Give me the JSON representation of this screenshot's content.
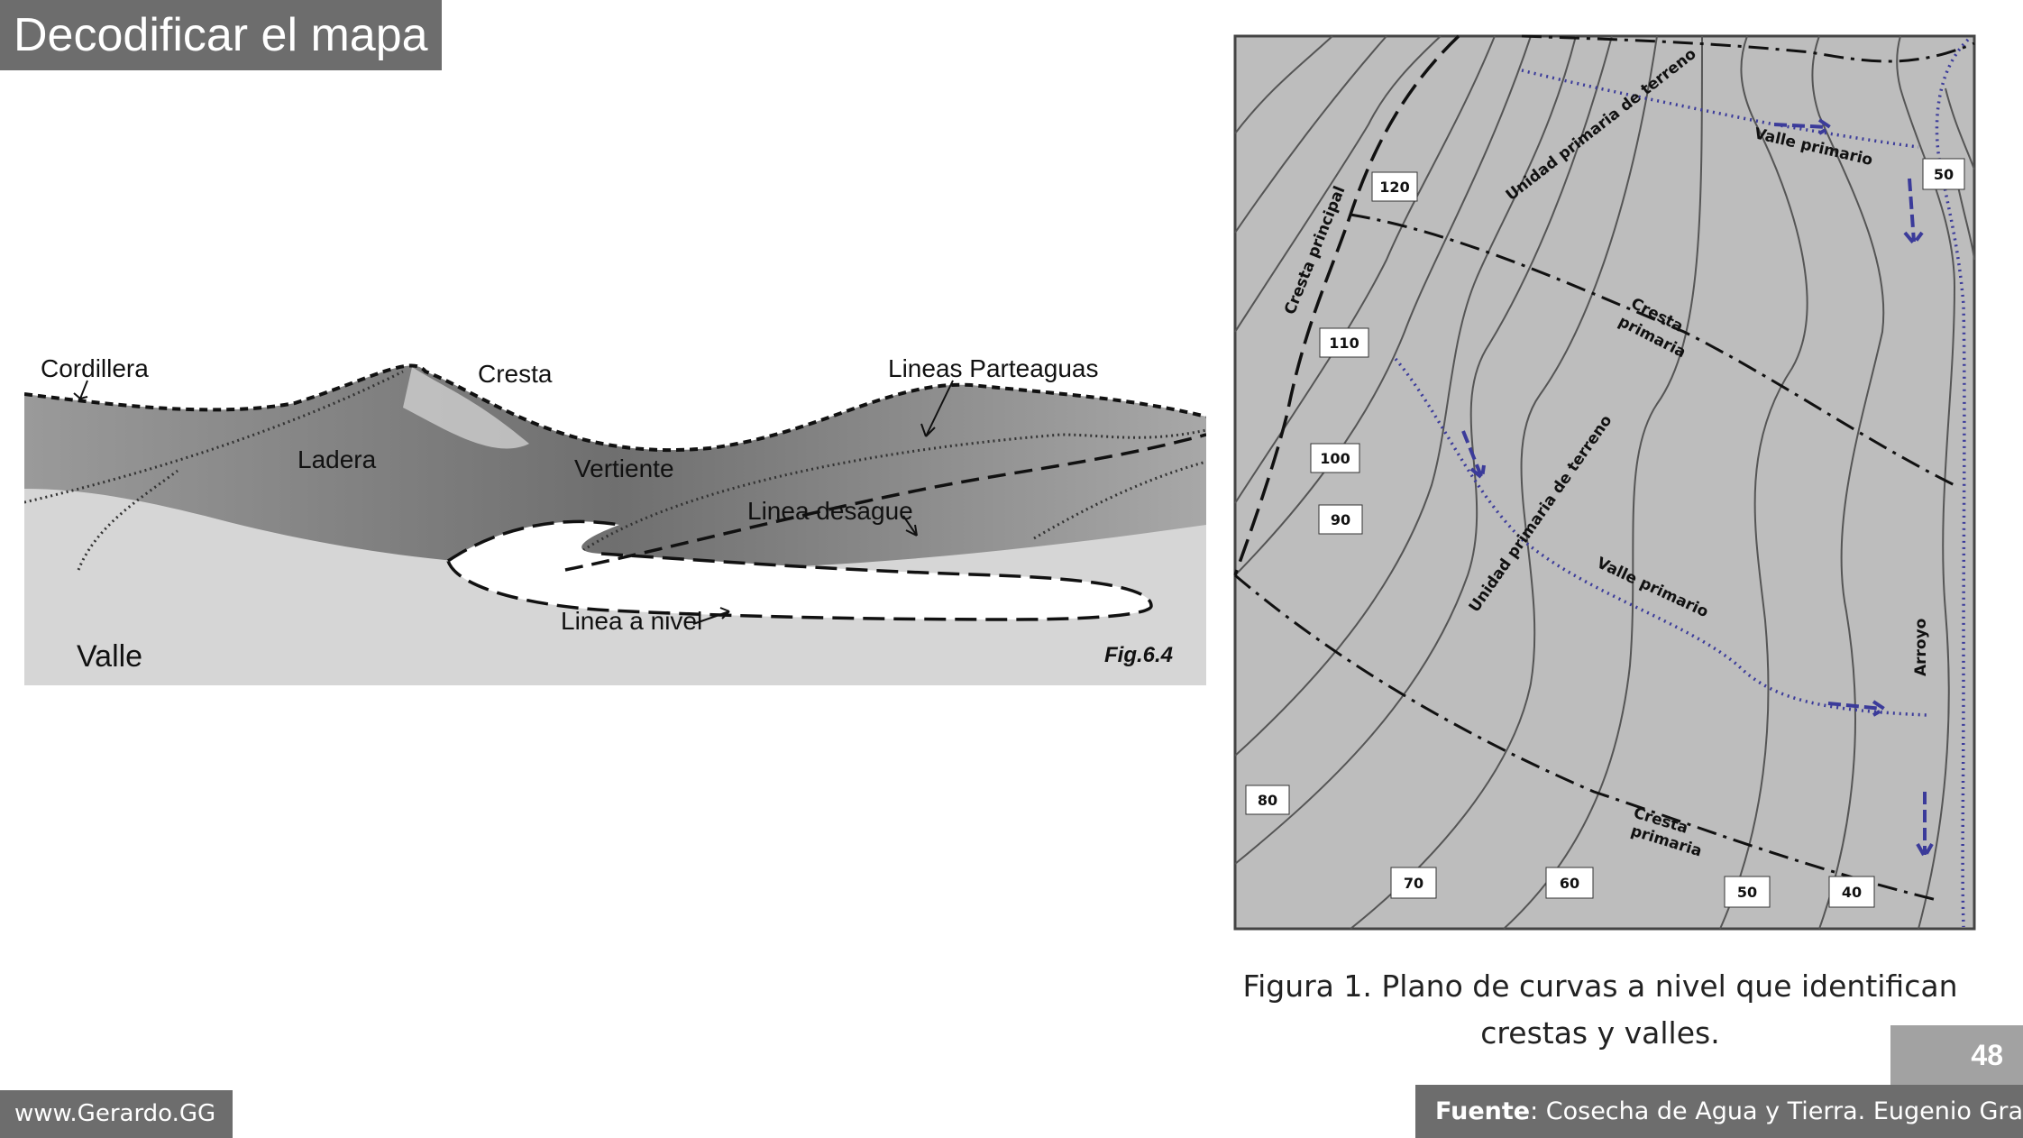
{
  "slide": {
    "title": "Decodificar el mapa",
    "page_number": "48",
    "website": "www.Gerardo.GG",
    "source_label": "Fuente",
    "source_text": ": Cosecha de Agua y Tierra. Eugenio Gras"
  },
  "figure_landscape": {
    "labels": {
      "cordillera": "Cordillera",
      "cresta": "Cresta",
      "lineas_parteaguas": "Lineas Parteaguas",
      "ladera": "Ladera",
      "vertiente": "Vertiente",
      "linea_desague": "Linea desague",
      "linea_a_nivel": "Linea a nivel",
      "valle": "Valle",
      "fig_id": "Fig.6.4"
    }
  },
  "figure_contour": {
    "elevations": [
      "120",
      "110",
      "100",
      "90",
      "80",
      "70",
      "60",
      "50",
      "40",
      "50"
    ],
    "labels": {
      "cresta_principal": "Cresta principal",
      "unidad_1": "Unidad primaria de terreno",
      "valle_primario_1": "Valle primario",
      "cresta_primaria_1a": "Cresta",
      "cresta_primaria_1b": "primaria",
      "unidad_2": "Unidad primaria de terreno",
      "valle_primario_2": "Valle primario",
      "cresta_primaria_2a": "Cresta",
      "cresta_primaria_2b": "primaria",
      "arroyo": "Arroyo"
    },
    "caption_line1": "Figura 1. Plano de curvas a nivel que identifican",
    "caption_line2": "crestas y valles."
  }
}
